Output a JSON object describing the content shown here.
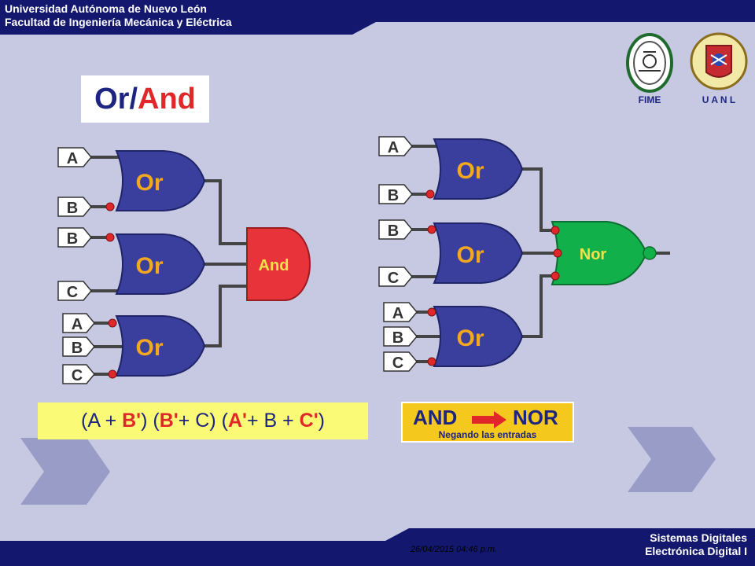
{
  "header": {
    "line1": "Universidad Autónoma de Nuevo León",
    "line2": "Facultad de Ingeniería Mecánica y Eléctrica"
  },
  "logos": {
    "fime": "FIME",
    "uanl": "U A N L"
  },
  "title": {
    "part1": "Or",
    "sep": "/",
    "part2": "And"
  },
  "left_circuit": {
    "gates": [
      {
        "label": "Or",
        "inputs": [
          "A",
          "B"
        ],
        "inverted": [
          "B"
        ]
      },
      {
        "label": "Or",
        "inputs": [
          "B",
          "C"
        ],
        "inverted": [
          "B"
        ]
      },
      {
        "label": "Or",
        "inputs": [
          "A",
          "B",
          "C"
        ],
        "inverted": [
          "A",
          "C"
        ]
      },
      {
        "label": "And",
        "inputs": [],
        "inverted": []
      }
    ]
  },
  "right_circuit": {
    "gates": [
      {
        "label": "Or",
        "inputs": [
          "A",
          "B"
        ],
        "inverted": [
          "B"
        ]
      },
      {
        "label": "Or",
        "inputs": [
          "B",
          "C"
        ],
        "inverted": [
          "B"
        ]
      },
      {
        "label": "Or",
        "inputs": [
          "A",
          "B",
          "C"
        ],
        "inverted": [
          "A",
          "C"
        ]
      },
      {
        "label": "Nor",
        "inputs": [],
        "inverted": []
      }
    ]
  },
  "expression": {
    "p1": "(A + ",
    "p2": "B'",
    "p3": ") (",
    "p4": "B'",
    "p5": "+ C) (",
    "p6": "A'",
    "p7": "+ B + ",
    "p8": "C'",
    "p9": ")"
  },
  "badge": {
    "from": "AND",
    "to": "NOR",
    "subtitle": "Negando las entradas"
  },
  "footer": {
    "date": "26/04/2015 04:46 p.m.",
    "line1": "Sistemas Digitales",
    "line2": "Electrónica Digital I"
  },
  "colors": {
    "background": "#c7c9e2",
    "navy": "#13186e",
    "gate_or": "#3a3f9d",
    "gate_and": "#e8333a",
    "gate_nor": "#12b04a",
    "bubble_red": "#e0282a",
    "expression_bg": "#fbfa77",
    "badge_bg": "#f4c81d"
  },
  "icons": [
    "fime-logo-icon",
    "uanl-logo-icon",
    "chevron-left-icon",
    "chevron-right-icon",
    "arrow-right-icon"
  ]
}
